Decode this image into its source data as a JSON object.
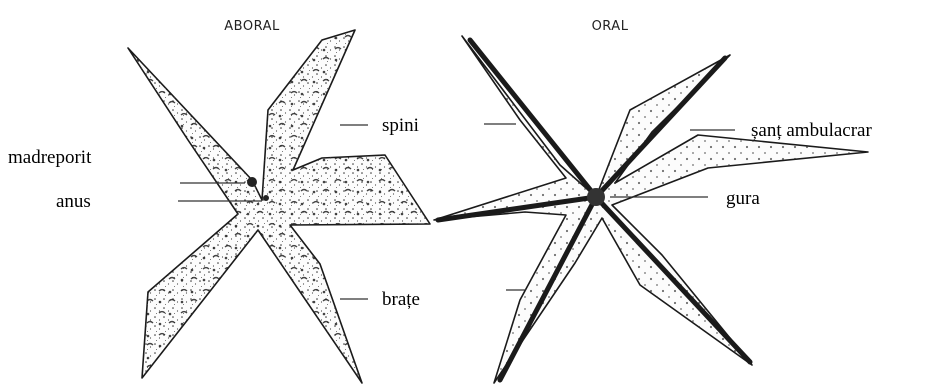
{
  "figure": {
    "headers": {
      "aboral": "ABORAL",
      "oral": "ORAL"
    },
    "labels": {
      "madreporit": "madreporit",
      "anus": "anus",
      "spini": "spini",
      "brate": "brațe",
      "sant_ambulacrar": "șanț ambulacrar",
      "gura": "gura"
    }
  }
}
